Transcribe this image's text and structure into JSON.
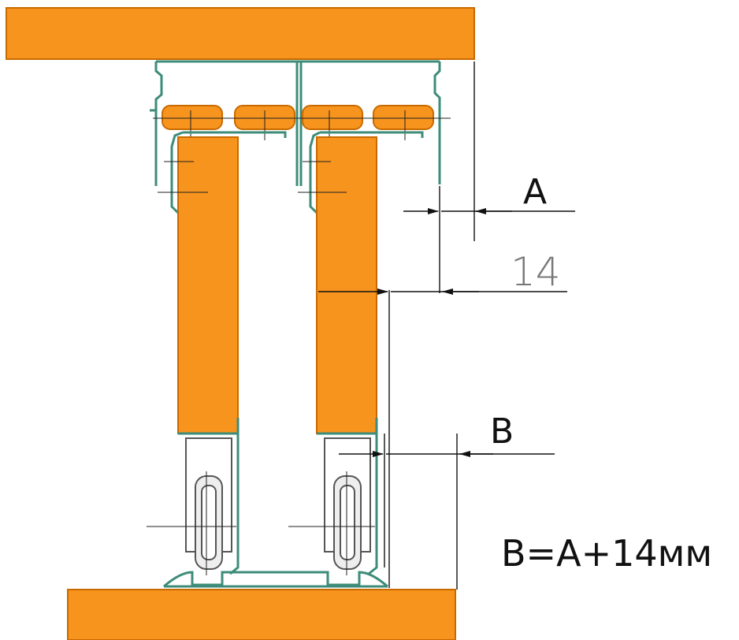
{
  "diagram": {
    "labels": {
      "a": "A",
      "dimension": "14",
      "b": "B",
      "formula": "B=A+14мм"
    },
    "colors": {
      "wood": "#f7941d",
      "wood_edge": "#c96a00",
      "profile": "#3d8c7a",
      "line": "#222222",
      "dim_text": "#777777"
    }
  }
}
